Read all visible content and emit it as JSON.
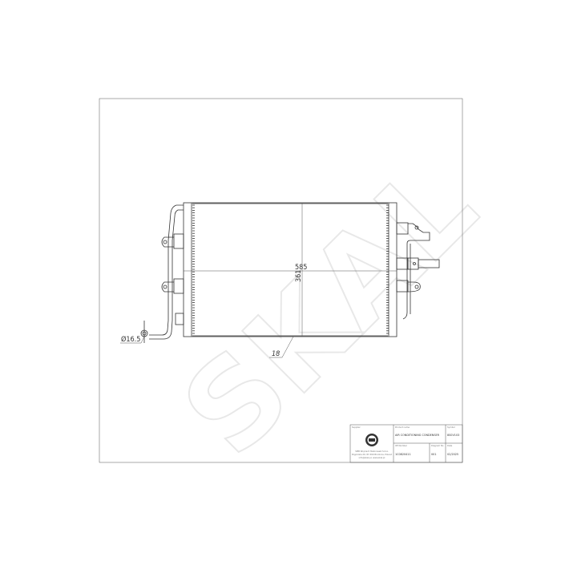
{
  "drawing": {
    "dimensions": {
      "width": "585",
      "height": "361",
      "thickness": "18",
      "pipe_diameter": "Ø16.5"
    },
    "watermark": "SKAL"
  },
  "title_block": {
    "supplier_label": "Supplier",
    "company_text": [
      "SMB Wojciech Malinowski S.K.A.",
      "Pogorzela 20, 87-300 Brodnica, Poland",
      "info@skal.pl, www.skal.pl"
    ],
    "product_name_label": "Product name",
    "product_name": "AIR CONDITIONING CONDENSER",
    "symbol_label": "Symbol",
    "symbol": "8S0V103",
    "oe_number_label": "OE Number",
    "oe_number": "1C0820411",
    "diagram_no_label": "Diagram No",
    "diagram_no": "001",
    "date_label": "Date",
    "date": "02/2025"
  }
}
